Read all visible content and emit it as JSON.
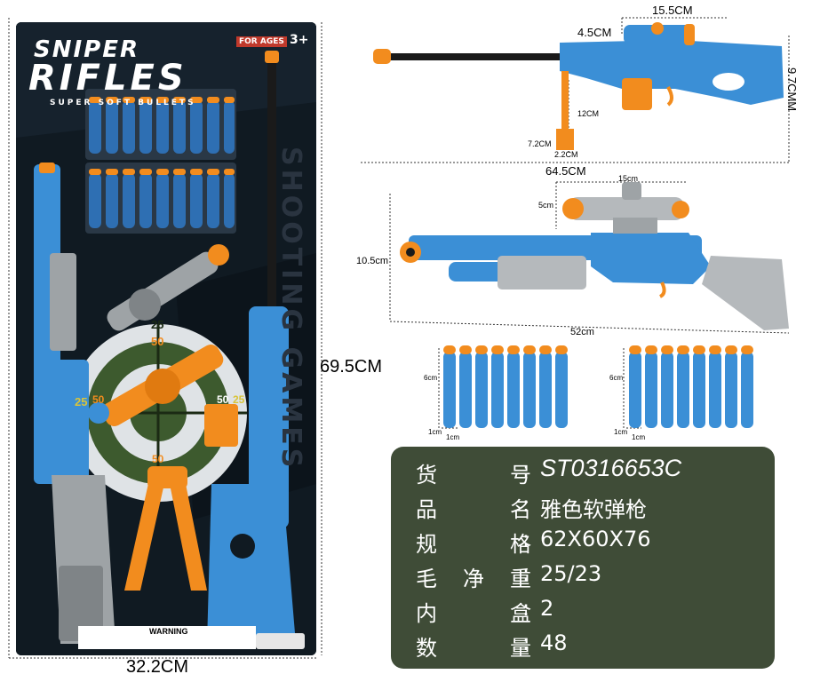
{
  "package": {
    "brand_line1": "SNIPER",
    "brand_line2": "RIFLES",
    "brand_sub": "SUPER SOFT BULLETS",
    "age_label": "FOR AGES",
    "age_value": "3+",
    "side_text": "SHOOTING GAMES",
    "target_labels": [
      "25",
      "50",
      "25",
      "50",
      "50",
      "25",
      "50"
    ],
    "warning": "WARNING",
    "colors": {
      "card": "#101a22",
      "blue": "#3b8fd6",
      "orange": "#f28c1e",
      "grey": "#9ea3a6"
    }
  },
  "dimensions": {
    "package_height": "69.5CM",
    "package_width": "32.2CM",
    "sniper_scope": "15.5CM",
    "sniper_scope_height": "4.5CM",
    "sniper_height": "9.7CMM",
    "sniper_bipod": "12CM",
    "sniper_bipod_foot": "7.2CM",
    "sniper_bipod_width": "2.2CM",
    "sniper_length": "64.5CM",
    "shotgun_scope": "15cm",
    "shotgun_scope_height": "5cm",
    "shotgun_height": "10.5cm",
    "shotgun_length": "52cm",
    "dart_length_left": "6cm",
    "dart_width_left_a": "1cm",
    "dart_width_left_b": "1cm",
    "dart_length_right": "6cm",
    "dart_width_right_a": "1cm",
    "dart_width_right_b": "1cm"
  },
  "spec": {
    "rows": [
      {
        "label": [
          "货",
          "号"
        ],
        "value": "ST0316653C"
      },
      {
        "label": [
          "品",
          "名"
        ],
        "value": "雅色软弹枪"
      },
      {
        "label": [
          "规",
          "格"
        ],
        "value": "62X60X76"
      },
      {
        "label": [
          "毛",
          "净",
          "重"
        ],
        "value": "25/23"
      },
      {
        "label": [
          "内",
          "盒"
        ],
        "value": "2"
      },
      {
        "label": [
          "数",
          "量"
        ],
        "value": "48"
      }
    ],
    "colon": ":",
    "panel_color": "#3f4c37"
  }
}
